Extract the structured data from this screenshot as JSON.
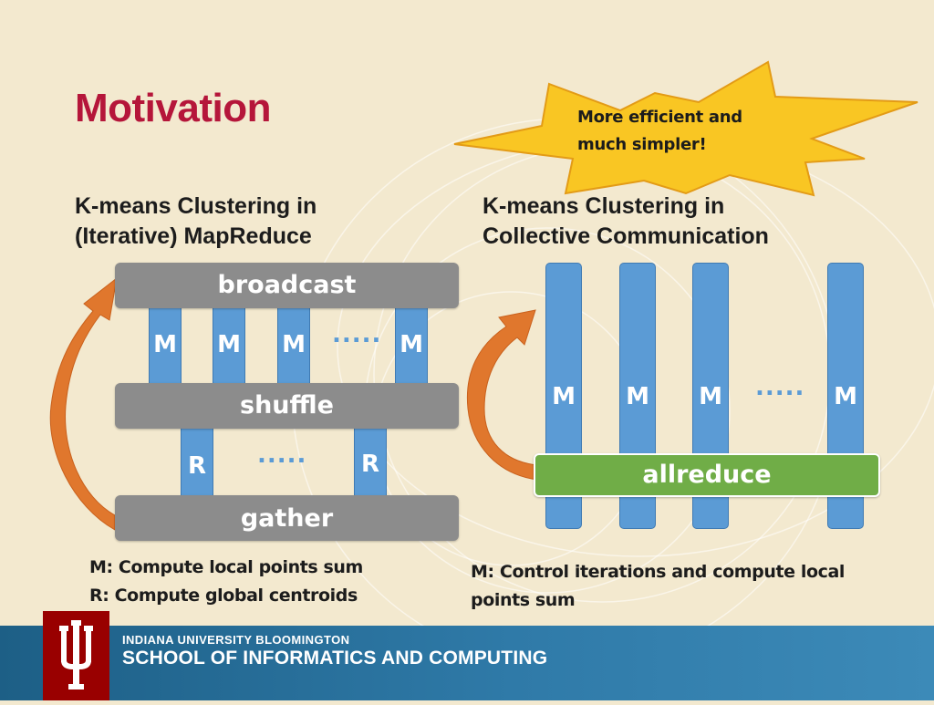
{
  "slide": {
    "title": "Motivation",
    "callout": {
      "line1": "More efficient and",
      "line2": "much simpler!",
      "color": "#f9c623"
    },
    "left": {
      "heading_line1": "K-means Clustering in",
      "heading_line2": "(Iterative) MapReduce",
      "broadcast_label": "broadcast",
      "shuffle_label": "shuffle",
      "gather_label": "gather",
      "map_label": "M",
      "reduce_label": "R",
      "ellipsis": ".....",
      "note_line1": "M: Compute local points sum",
      "note_line2": "R: Compute global centroids"
    },
    "right": {
      "heading_line1": "K-means Clustering in",
      "heading_line2": "Collective Communication",
      "map_label": "M",
      "ellipsis": ".....",
      "allreduce_label": "allreduce",
      "note_line1": "M: Control iterations and compute local",
      "note_line2": "points sum"
    },
    "footer": {
      "line1": "INDIANA UNIVERSITY BLOOMINGTON",
      "line2": "SCHOOL OF INFORMATICS AND COMPUTING"
    },
    "colors": {
      "title": "#b5163a",
      "map_blue": "#5b9bd5",
      "bar_gray": "#8c8c8c",
      "allreduce_green": "#70ad47",
      "arrow_orange": "#e0772d",
      "footer_blue": "#2f7aa8",
      "logo_red": "#990000"
    }
  }
}
